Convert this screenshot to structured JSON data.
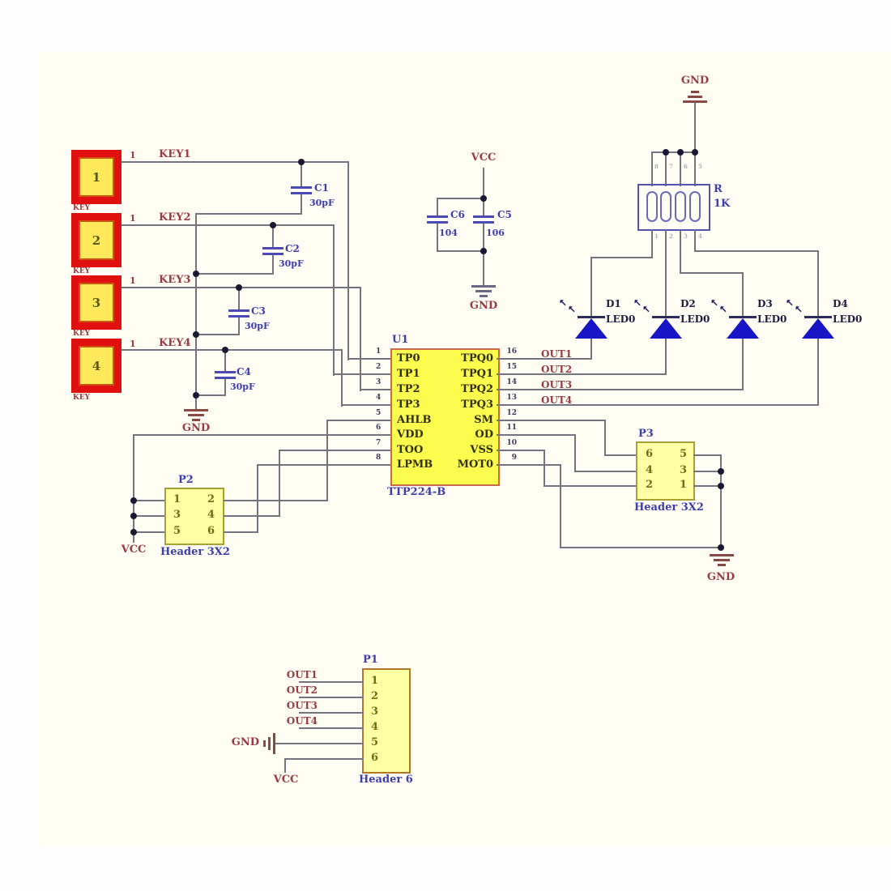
{
  "schematic": {
    "power": {
      "vcc": "VCC",
      "gnd": "GND"
    },
    "icons": {
      "led_arrow": "↖"
    },
    "touch_keys": [
      {
        "pad": "1",
        "ref": "KEY",
        "pin": "1",
        "net": "KEY1"
      },
      {
        "pad": "2",
        "ref": "KEY",
        "pin": "1",
        "net": "KEY2"
      },
      {
        "pad": "3",
        "ref": "KEY",
        "pin": "1",
        "net": "KEY3"
      },
      {
        "pad": "4",
        "ref": "KEY",
        "pin": "1",
        "net": "KEY4"
      }
    ],
    "caps": [
      {
        "ref": "C1",
        "value": "30pF"
      },
      {
        "ref": "C2",
        "value": "30pF"
      },
      {
        "ref": "C3",
        "value": "30pF"
      },
      {
        "ref": "C4",
        "value": "30pF"
      }
    ],
    "decoupling_caps": [
      {
        "ref": "C6",
        "value": "104"
      },
      {
        "ref": "C5",
        "value": "106"
      }
    ],
    "ic": {
      "ref": "U1",
      "part": "TTP224-B",
      "left_pins": [
        {
          "n": "1",
          "name": "TP0"
        },
        {
          "n": "2",
          "name": "TP1"
        },
        {
          "n": "3",
          "name": "TP2"
        },
        {
          "n": "4",
          "name": "TP3"
        },
        {
          "n": "5",
          "name": "AHLB"
        },
        {
          "n": "6",
          "name": "VDD"
        },
        {
          "n": "7",
          "name": "TOO"
        },
        {
          "n": "8",
          "name": "LPMB"
        }
      ],
      "right_pins": [
        {
          "n": "16",
          "name": "TPQ0"
        },
        {
          "n": "15",
          "name": "TPQ1"
        },
        {
          "n": "14",
          "name": "TPQ2"
        },
        {
          "n": "13",
          "name": "TPQ3"
        },
        {
          "n": "12",
          "name": "SM"
        },
        {
          "n": "11",
          "name": "OD"
        },
        {
          "n": "10",
          "name": "VSS"
        },
        {
          "n": "9",
          "name": "MOT0"
        }
      ]
    },
    "out_nets": [
      "OUT1",
      "OUT2",
      "OUT3",
      "OUT4"
    ],
    "resistor_network": {
      "ref": "R",
      "value": "1K",
      "top_pins": [
        "8",
        "7",
        "6",
        "5"
      ],
      "bottom_pins": [
        "1",
        "2",
        "3",
        "4"
      ]
    },
    "leds": [
      {
        "ref": "D1",
        "type": "LED0"
      },
      {
        "ref": "D2",
        "type": "LED0"
      },
      {
        "ref": "D3",
        "type": "LED0"
      },
      {
        "ref": "D4",
        "type": "LED0"
      }
    ],
    "p2": {
      "ref": "P2",
      "type": "Header 3X2",
      "left": [
        "1",
        "3",
        "5"
      ],
      "right": [
        "2",
        "4",
        "6"
      ]
    },
    "p3": {
      "ref": "P3",
      "type": "Header 3X2",
      "left": [
        "6",
        "4",
        "2"
      ],
      "right": [
        "5",
        "3",
        "1"
      ]
    },
    "p1": {
      "ref": "P1",
      "type": "Header 6",
      "pins": [
        "1",
        "2",
        "3",
        "4",
        "5",
        "6"
      ]
    }
  }
}
